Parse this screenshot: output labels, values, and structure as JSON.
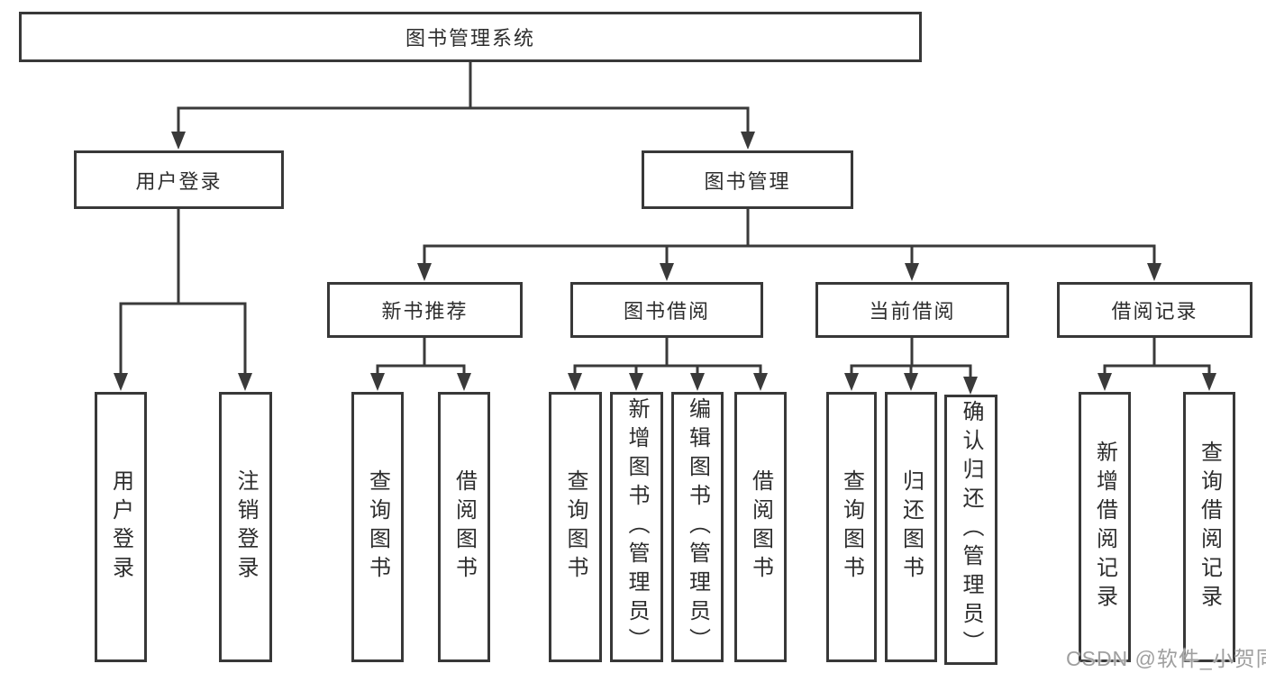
{
  "colors": {
    "background": "#ffffff",
    "line": "#3a3a3a",
    "box_border": "#383838",
    "text": "#2d2d2d",
    "watermark": "#9f9f9f"
  },
  "tree": {
    "root": "图书管理系统",
    "children": [
      {
        "label": "用户登录",
        "children": [
          {
            "label": "用户登录"
          },
          {
            "label": "注销登录"
          }
        ]
      },
      {
        "label": "图书管理",
        "children": [
          {
            "label": "新书推荐",
            "children": [
              {
                "label": "查询图书"
              },
              {
                "label": "借阅图书"
              }
            ]
          },
          {
            "label": "图书借阅",
            "children": [
              {
                "label": "查询图书"
              },
              {
                "label": "新增图书（管理员）"
              },
              {
                "label": "编辑图书（管理员）"
              },
              {
                "label": "借阅图书"
              }
            ]
          },
          {
            "label": "当前借阅",
            "children": [
              {
                "label": "查询图书"
              },
              {
                "label": "归还图书"
              },
              {
                "label": "确认归还（管理员）"
              }
            ]
          },
          {
            "label": "借阅记录",
            "children": [
              {
                "label": "新增借阅记录"
              },
              {
                "label": "查询借阅记录"
              }
            ]
          }
        ]
      }
    ]
  },
  "watermark": {
    "text": "CSDN @软件_小贺同学"
  }
}
